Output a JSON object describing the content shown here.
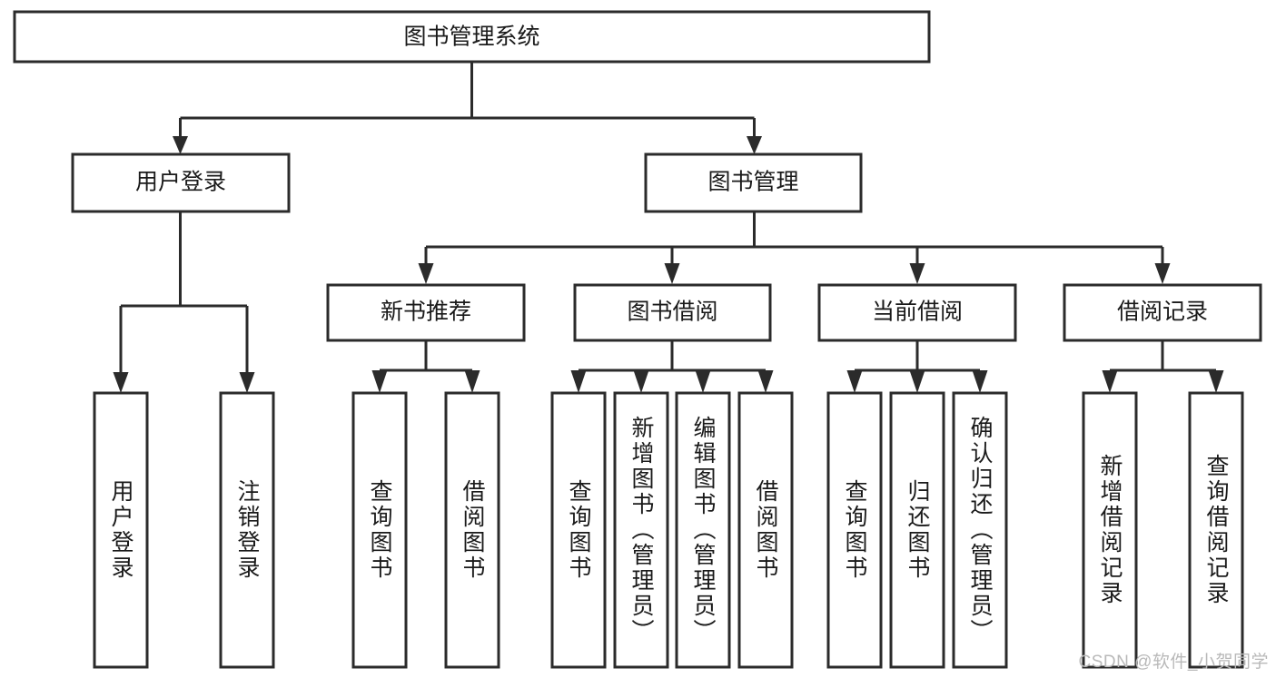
{
  "diagram": {
    "type": "tree-hierarchy-chart",
    "title": "图书管理系统",
    "watermark": "CSDN @软件_小贺同学",
    "colors": {
      "stroke": "#2b2b2b",
      "fill": "#ffffff",
      "text": "#1a1a1a",
      "watermark": "#b9b9b9",
      "background": "#ffffff"
    },
    "root": {
      "label": "图书管理系统"
    },
    "level2": [
      {
        "label": "用户登录"
      },
      {
        "label": "图书管理"
      }
    ],
    "level3": [
      {
        "label": "新书推荐"
      },
      {
        "label": "图书借阅"
      },
      {
        "label": "当前借阅"
      },
      {
        "label": "借阅记录"
      }
    ],
    "leaves": {
      "user_login": [
        {
          "label": "用户登录"
        },
        {
          "label": "注销登录"
        }
      ],
      "new_book_recommend": [
        {
          "label": "查询图书"
        },
        {
          "label": "借阅图书"
        }
      ],
      "book_borrow": [
        {
          "label": "查询图书"
        },
        {
          "label": "新增图书（管理员）"
        },
        {
          "label": "编辑图书（管理员）"
        },
        {
          "label": "借阅图书"
        }
      ],
      "current_borrow": [
        {
          "label": "查询图书"
        },
        {
          "label": "归还图书"
        },
        {
          "label": "确认归还（管理员）"
        }
      ],
      "borrow_record": [
        {
          "label": "新增借阅记录"
        },
        {
          "label": "查询借阅记录"
        }
      ]
    }
  }
}
